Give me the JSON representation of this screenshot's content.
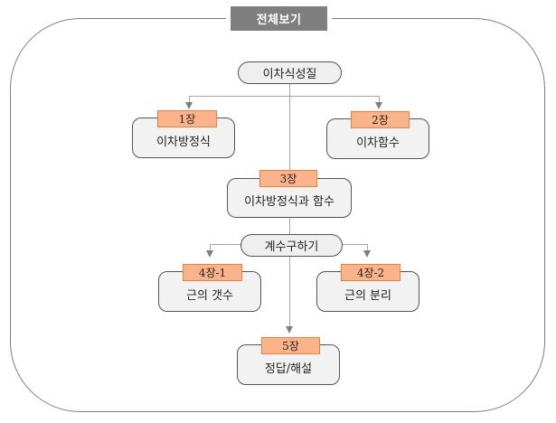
{
  "title": "전체보기",
  "nodes": {
    "root": "이차식성질",
    "ch1": {
      "tag": "1장",
      "label": "이차방정식"
    },
    "ch2": {
      "tag": "2장",
      "label": "이차함수"
    },
    "ch3": {
      "tag": "3장",
      "label": "이차방정식과 함수"
    },
    "branch": "계수구하기",
    "ch4_1": {
      "tag": "4장-1",
      "label": "근의 갯수"
    },
    "ch4_2": {
      "tag": "4장-2",
      "label": "근의 분리"
    },
    "ch5": {
      "tag": "5장",
      "label": "정답/해설"
    }
  },
  "colors": {
    "tag_fill": "#fbb48a",
    "tag_border": "#f08040",
    "frame": "#7f7f7f",
    "box_fill": "#f2f2f2"
  }
}
